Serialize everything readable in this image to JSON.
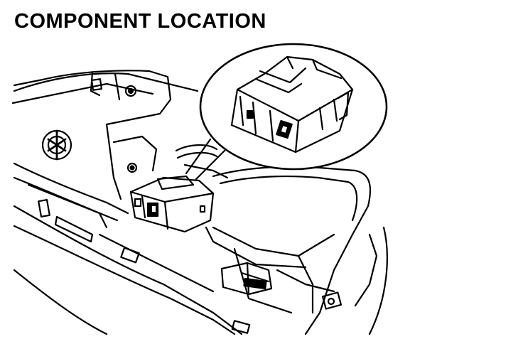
{
  "header": {
    "title": "COMPONENT LOCATION"
  },
  "colors": {
    "ink": "#000000",
    "paper": "#ffffff"
  },
  "diagram": {
    "callout": "magnified-component-view",
    "component": "control-unit",
    "connector": "wiring-connector"
  }
}
